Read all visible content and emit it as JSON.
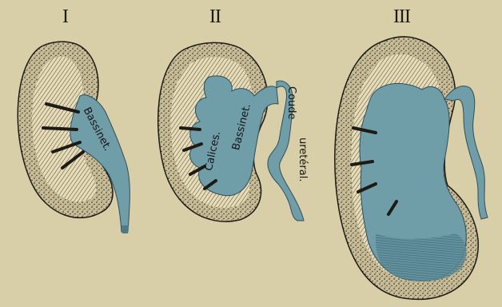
{
  "figure": {
    "panel_labels": [
      "I",
      "II",
      "III"
    ],
    "labels": {
      "bassinet_1": "Bassinet.",
      "calices": "Calices.",
      "bassinet_2": "Bassinet.",
      "coude": "Coude",
      "ureteral": "uretéral."
    }
  },
  "colors": {
    "paper": "#d8cfa9",
    "blue": "#6f9ea8",
    "blue_dark": "#4d7a86",
    "ink": "#1e1a14",
    "cortex": "#cbbf9a"
  }
}
